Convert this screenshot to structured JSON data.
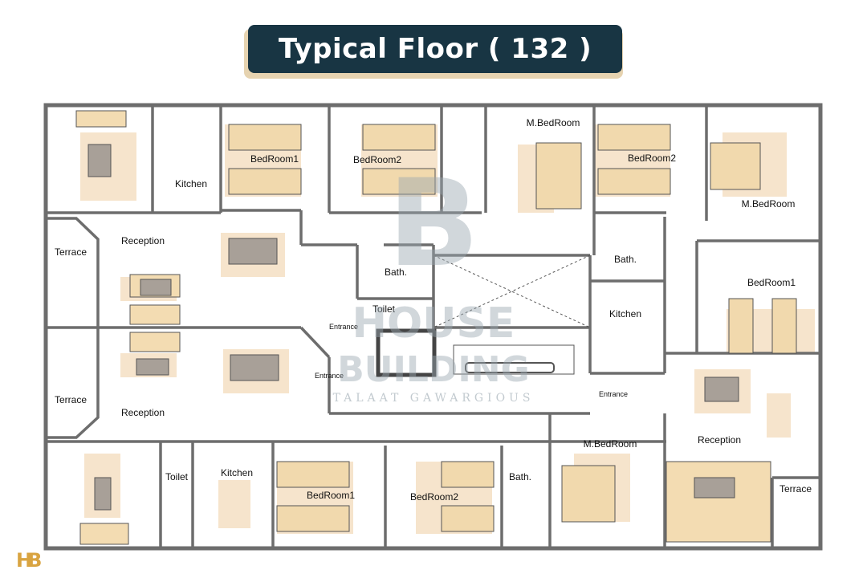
{
  "title": "Typical Floor  ( 132 )",
  "rooms": {
    "kitchen_tl": "Kitchen",
    "bed1_top": "BedRoom1",
    "bed2_top": "BedRoom2",
    "mbed_top": "M.BedRoom",
    "bed2_tr": "BedRoom2",
    "mbed_tr": "M.BedRoom",
    "terrace_l1": "Terrace",
    "reception_l1": "Reception",
    "bath_c": "Bath.",
    "toilet_c": "Toilet",
    "entrance_1": "Entrance",
    "entrance_2": "Entrance",
    "bath_r": "Bath.",
    "kitchen_r": "Kitchen",
    "bed1_r": "BedRoom1",
    "terrace_l2": "Terrace",
    "reception_l2": "Reception",
    "entrance_3": "Entrance",
    "mbed_b": "M.BedRoom",
    "reception_r": "Reception",
    "toilet_bl": "Toilet",
    "kitchen_b": "Kitchen",
    "bed1_b": "BedRoom1",
    "bed2_b": "BedRoom2",
    "bath_b": "Bath.",
    "terrace_r": "Terrace"
  },
  "watermark": {
    "line1": "HOUSE",
    "line2": "BUILDING",
    "line3": "TALAAT GAWARGIOUS"
  },
  "logo": "HB",
  "colors": {
    "title_bg": "#183543",
    "title_shadow": "#e6d3b0",
    "wall": "#6d6d6d",
    "rug": "#f6e4cc",
    "logo": "#d9a441"
  }
}
